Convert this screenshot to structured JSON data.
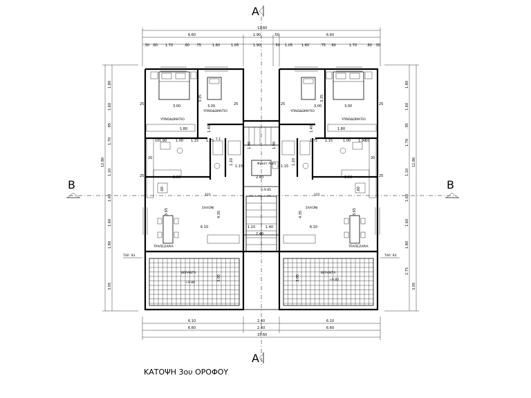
{
  "section_markers": {
    "a": "A",
    "b": "B"
  },
  "dims": {
    "top_total": "13.60",
    "top_row1": [
      "6.60",
      "1.90",
      ".50",
      "6.60"
    ],
    "top_row2": [
      ".30",
      ".60",
      "1.70",
      ".60",
      ".75",
      "1.60",
      "1.05",
      "1.90",
      ".50",
      "1.05",
      "1.60",
      ".75",
      ".60",
      "1.70",
      ".60",
      ".30"
    ],
    "bottom_row1": [
      "6.10",
      "2.40",
      "6.10"
    ],
    "bottom_row2": [
      "6.60",
      "2.40",
      "6.60"
    ],
    "bottom_total": "15.60",
    "left_total": "12.80",
    "left_segments": [
      "1.80",
      "1.60",
      ".95",
      "1.70",
      "1.10",
      "1.60",
      "1.60",
      "1.80",
      "3.05"
    ],
    "right_total": "12.80",
    "right_segments": [
      "1.80",
      "1.60",
      ".95",
      "1.70",
      "1.10",
      "1.60",
      "1.60",
      "1.80",
      "2.75",
      "3.05"
    ],
    "inner": [
      "3.00",
      "3.00",
      "3.35",
      "3.35",
      "1.75",
      "1.90",
      "1.00",
      "1.15",
      "2.40",
      "6.10",
      "3.65",
      "4.35",
      "3.05",
      "1.10",
      "1.40",
      "1.20",
      "1.15",
      "3.00",
      "1.90",
      "25",
      "20",
      "10",
      ".60",
      "1.40",
      "1.80"
    ]
  },
  "rooms": {
    "bedroom": "ΥΠΝΟΔΩΜΑΤΙΟ",
    "living": "ΣΑΛΟΝΙ",
    "dining": "ΤΡΑΠΕΖΑΡΙΑ",
    "veranda": "ΒΕΡΑΝΤΑ",
    "flat_left": "101",
    "flat_right": "102",
    "ts": "Τ.Σ",
    "lift_label": "Φρεάτ Ανελ",
    "stair_level": "+9.85",
    "veranda_level_left": "+9.80",
    "veranda_level_right": "+9.80",
    "tap_left": "ΤΑΡ. 93",
    "tap_right": "ΤΑΡ. 93"
  },
  "title": "ΚΑΤΟΨΗ 3ου ΟΡΟΦΟΥ"
}
